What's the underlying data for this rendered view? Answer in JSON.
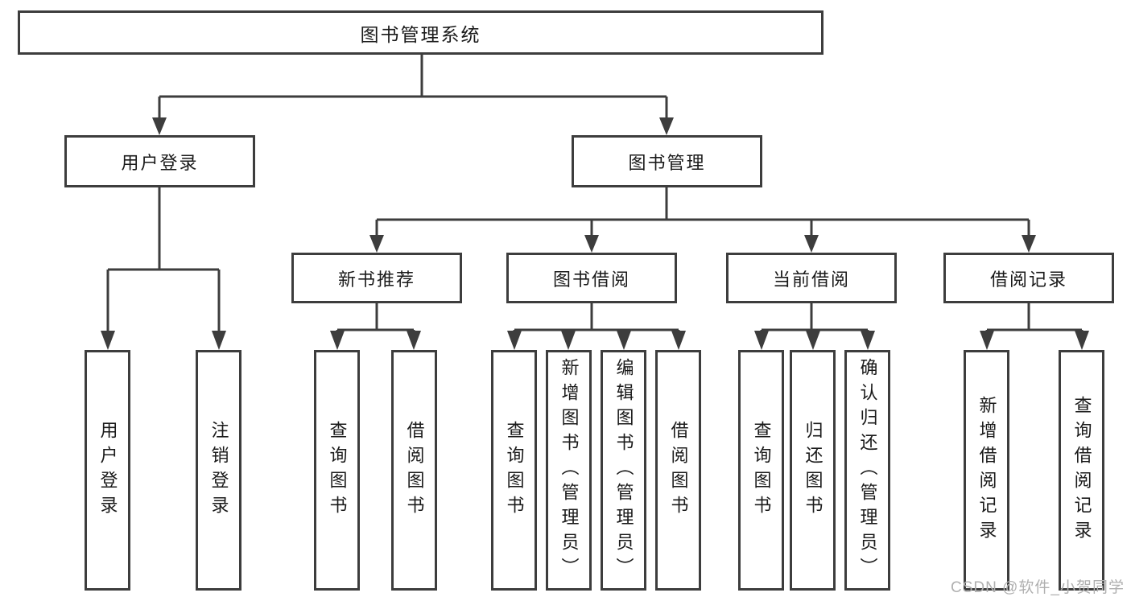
{
  "colors": {
    "line": "#3d3d3d",
    "box_border": "#3d3d3d",
    "box_fill": "#ffffff",
    "text": "#1a1a1a",
    "watermark_text": "#b0b0b0",
    "background": "#ffffff"
  },
  "tree": {
    "label": "图书管理系统",
    "children": [
      {
        "label": "用户登录",
        "children": [
          {
            "label": "用户登录"
          },
          {
            "label": "注销登录"
          }
        ]
      },
      {
        "label": "图书管理",
        "children": [
          {
            "label": "新书推荐",
            "children": [
              {
                "label": "查询图书"
              },
              {
                "label": "借阅图书"
              }
            ]
          },
          {
            "label": "图书借阅",
            "children": [
              {
                "label": "查询图书"
              },
              {
                "label": "新增图书（管理员）"
              },
              {
                "label": "编辑图书（管理员）"
              },
              {
                "label": "借阅图书"
              }
            ]
          },
          {
            "label": "当前借阅",
            "children": [
              {
                "label": "查询图书"
              },
              {
                "label": "归还图书"
              },
              {
                "label": "确认归还（管理员）"
              }
            ]
          },
          {
            "label": "借阅记录",
            "children": [
              {
                "label": "新增借阅记录"
              },
              {
                "label": "查询借阅记录"
              }
            ]
          }
        ]
      }
    ]
  },
  "watermark": {
    "text": "CSDN @软件_小贺同学"
  }
}
